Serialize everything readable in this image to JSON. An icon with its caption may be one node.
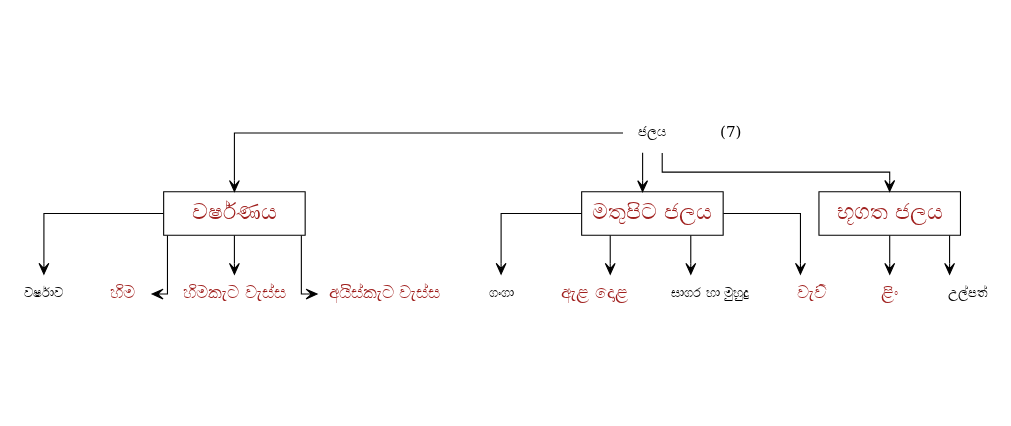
{
  "diagram": {
    "nodes": [
      {
        "text": [
          "ජලය"
        ]
      },
      {
        "text": [
          "වර්ෂණය"
        ]
      },
      {
        "text": [
          "මතුපිට ජලය"
        ]
      },
      {
        "text": [
          "භූගත ජලය"
        ]
      },
      {
        "text": [
          "වර්ෂාව"
        ]
      },
      {
        "text": [
          "හිම"
        ]
      },
      {
        "text": [
          "හිමකැට වැස්ස"
        ]
      },
      {
        "text": [
          "අයිස්කැට වැස්ස"
        ]
      },
      {
        "text": [
          "ගංගා"
        ]
      },
      {
        "text": [
          "ඇළ දොළ"
        ]
      },
      {
        "text": [
          "සාගර හා මුහුදු"
        ]
      },
      {
        "text": [
          "වැව්"
        ]
      },
      {
        "text": [
          "ළිං"
        ]
      },
      {
        "text": [
          "උල්පත්"
        ]
      }
    ],
    "edges": [
      {
        "from": 0,
        "to": 1,
        "arrow": "to"
      },
      {
        "from": 0,
        "to": 2,
        "arrow": "to"
      },
      {
        "from": 0,
        "to": 3,
        "arrow": "to"
      },
      {
        "from": 1,
        "to": 4,
        "arrow": "to"
      },
      {
        "from": 1,
        "to": 5,
        "arrow": "to"
      },
      {
        "from": 1,
        "to": 6,
        "arrow": "to"
      },
      {
        "from": 1,
        "to": 7,
        "arrow": "to"
      },
      {
        "from": 2,
        "to": 8,
        "arrow": "to"
      },
      {
        "from": 2,
        "to": 9,
        "arrow": "to"
      },
      {
        "from": 2,
        "to": 10,
        "arrow": "to"
      },
      {
        "from": 2,
        "to": 11,
        "arrow": "to"
      },
      {
        "from": 3,
        "to": 12,
        "arrow": "to"
      },
      {
        "from": 3,
        "to": 13,
        "arrow": "to"
      }
    ],
    "labels": [
      "(7)"
    ]
  }
}
